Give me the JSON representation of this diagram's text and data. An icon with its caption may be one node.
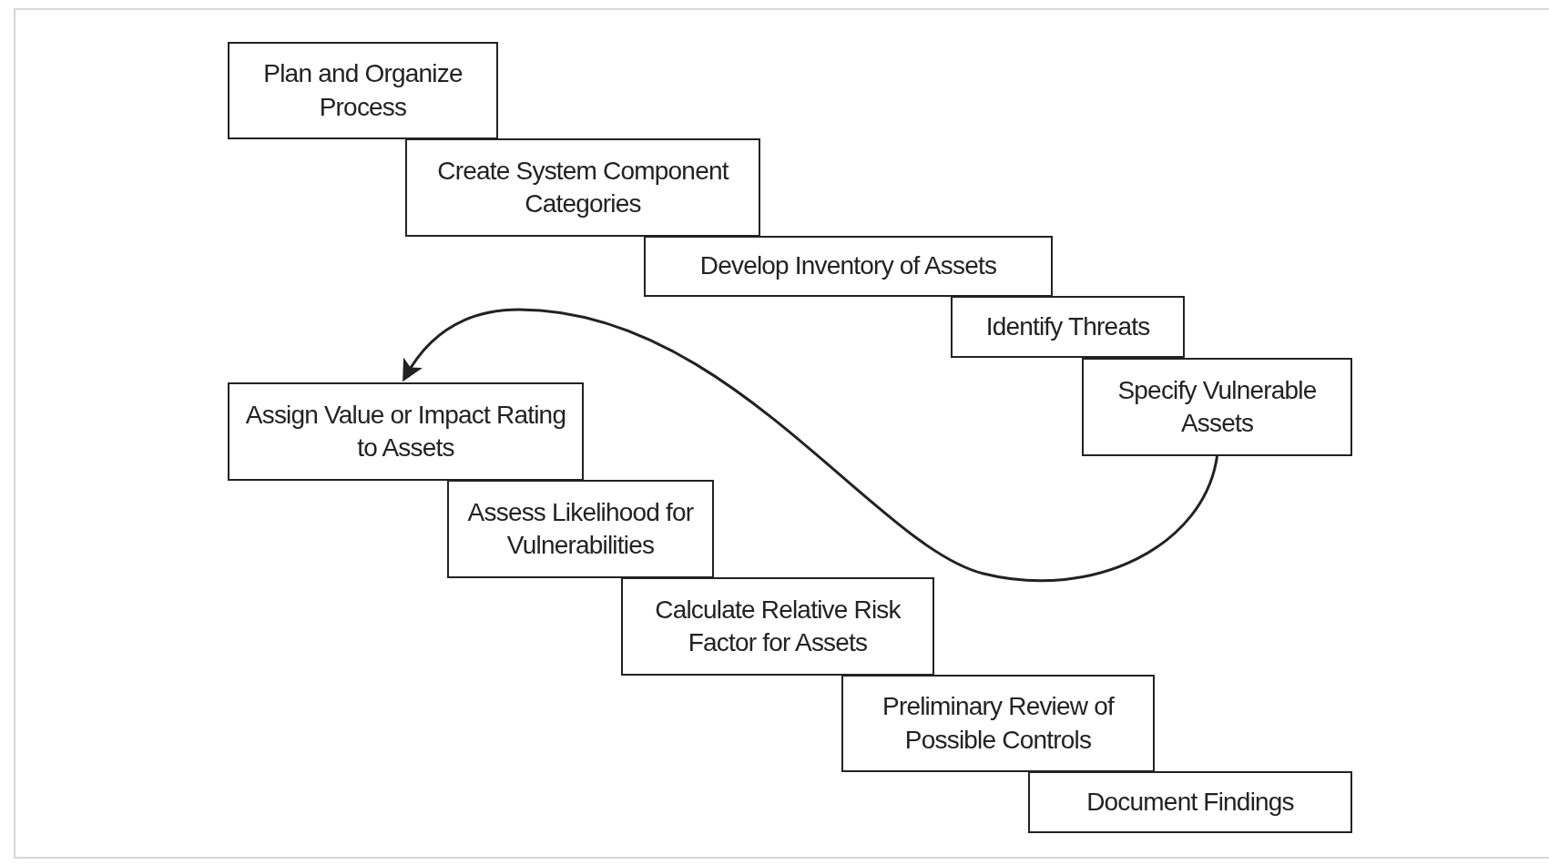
{
  "diagram": {
    "nodes": [
      {
        "text": [
          "Plan and Organize Process"
        ]
      },
      {
        "text": [
          "Create System Component Categories"
        ]
      },
      {
        "text": [
          "Develop Inventory of Assets"
        ]
      },
      {
        "text": [
          "Identify Threats"
        ]
      },
      {
        "text": [
          "Specify Vulnerable Assets"
        ]
      },
      {
        "text": [
          "Assign Value or Impact Rating to Assets"
        ]
      },
      {
        "text": [
          "Assess Likelihood for Vulnerabilities"
        ]
      },
      {
        "text": [
          "Calculate Relative Risk Factor for Assets"
        ]
      },
      {
        "text": [
          "Preliminary Review of Possible Controls"
        ]
      },
      {
        "text": [
          "Document Findings"
        ]
      }
    ],
    "edges": [
      {
        "from": 4,
        "to": 5,
        "arrow": "to"
      }
    ]
  }
}
